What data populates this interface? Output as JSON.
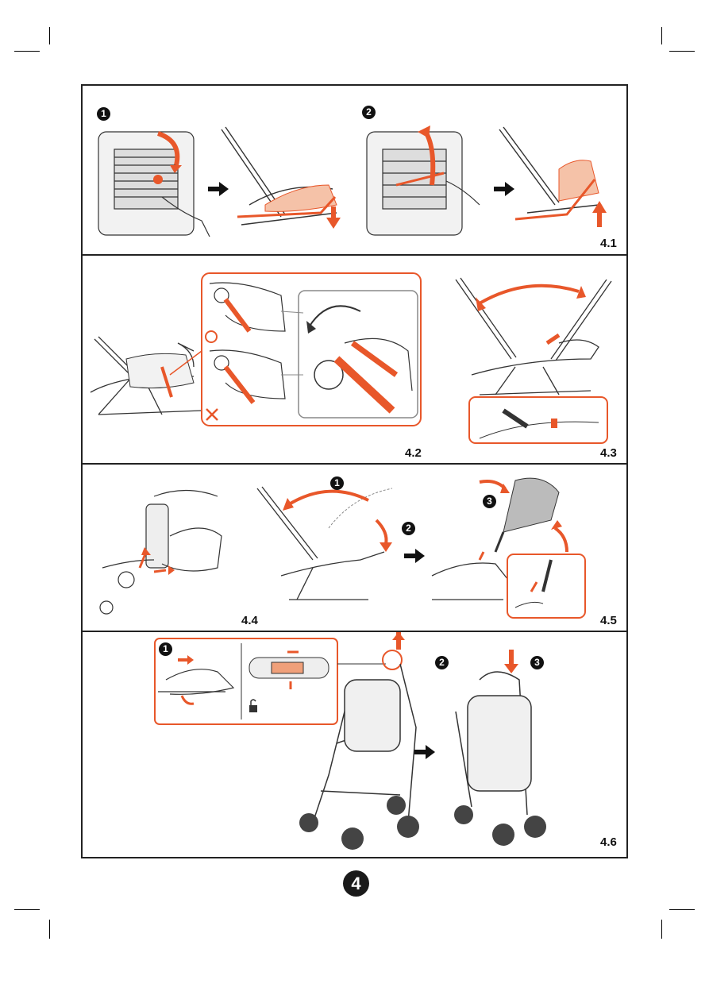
{
  "sections": {
    "s41": {
      "label": "4.1",
      "step1": "1",
      "step2": "2"
    },
    "s42": {
      "label": "4.2"
    },
    "s43": {
      "label": "4.3"
    },
    "s44": {
      "label": "4.4"
    },
    "s45": {
      "label": "4.5",
      "step1": "1",
      "step2": "2",
      "step3": "3"
    },
    "s46": {
      "label": "4.6",
      "step1": "1",
      "step2": "2",
      "step3": "3"
    }
  },
  "page_number": "4",
  "colors": {
    "accent": "#e8572a",
    "line": "#222222"
  },
  "icons": [
    "arrow-right-icon",
    "arrow-down-icon",
    "arrow-up-icon",
    "circle-ok-icon",
    "cross-no-icon",
    "unlock-icon"
  ]
}
